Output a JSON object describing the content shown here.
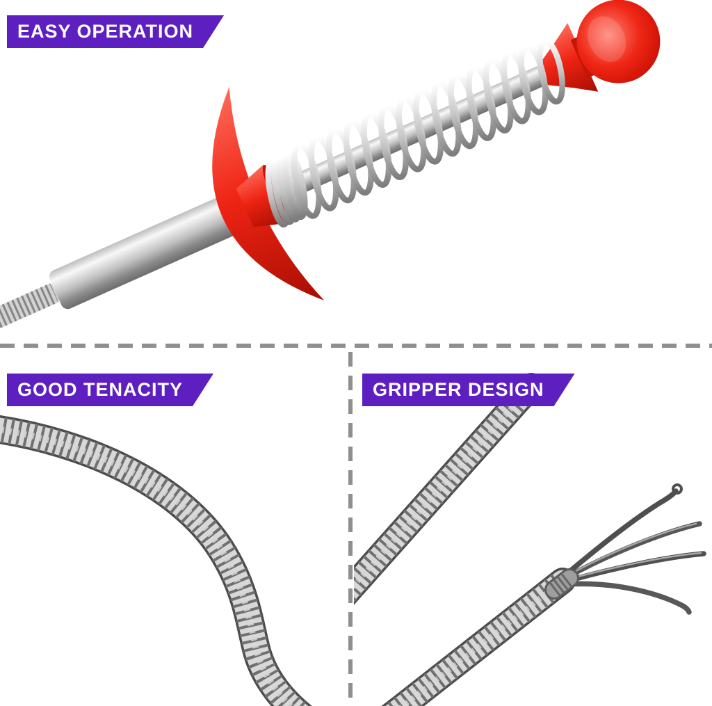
{
  "page": {
    "background": "#ffffff"
  },
  "colors": {
    "banner_purple": "#5e1fc1",
    "banner_text": "#ffffff",
    "tool_red": "#e8281e",
    "metal_light": "#e8e8e8",
    "metal_dark": "#6e6e6e",
    "divider_gray": "#8f8f8f"
  },
  "panels": {
    "easy_operation": {
      "label": "EASY OPERATION"
    },
    "good_tenacity": {
      "label": "GOOD TENACITY"
    },
    "gripper_design": {
      "label": "GRIPPER DESIGN"
    }
  }
}
